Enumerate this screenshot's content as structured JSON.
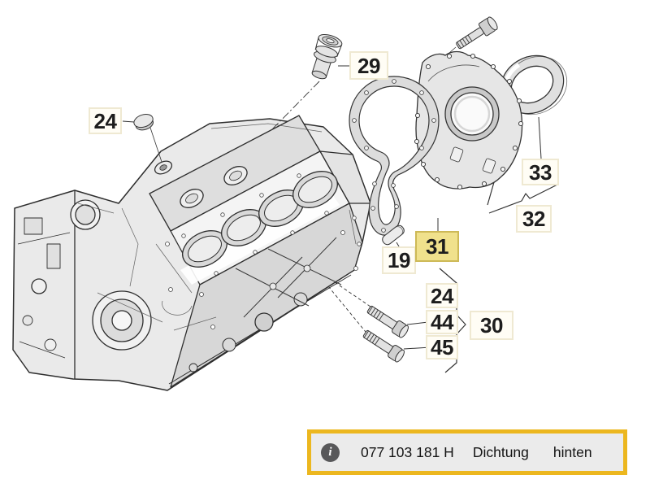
{
  "diagram": {
    "callouts": [
      {
        "id": "24-top",
        "label": "24",
        "highlighted": false
      },
      {
        "id": "29",
        "label": "29",
        "highlighted": false
      },
      {
        "id": "19",
        "label": "19",
        "highlighted": false
      },
      {
        "id": "31",
        "label": "31",
        "highlighted": true
      },
      {
        "id": "33",
        "label": "33",
        "highlighted": false
      },
      {
        "id": "32",
        "label": "32",
        "highlighted": false
      },
      {
        "id": "24-group",
        "label": "24",
        "highlighted": false
      },
      {
        "id": "44",
        "label": "44",
        "highlighted": false
      },
      {
        "id": "45",
        "label": "45",
        "highlighted": false
      },
      {
        "id": "30",
        "label": "30",
        "highlighted": false
      }
    ]
  },
  "info_bar": {
    "icon_glyph": "i",
    "part_number": "077 103 181 H",
    "description": "Dichtung",
    "note": "hinten"
  },
  "colors": {
    "highlight_bg": "#f0e18c",
    "highlight_border": "#cdb957",
    "callout_bg": "#fffdf5",
    "callout_border": "#efe9d2",
    "info_bar_bg": "#ebebeb",
    "info_bar_border": "#ecb71f",
    "info_icon_bg": "#58585a",
    "line": "#333333"
  }
}
